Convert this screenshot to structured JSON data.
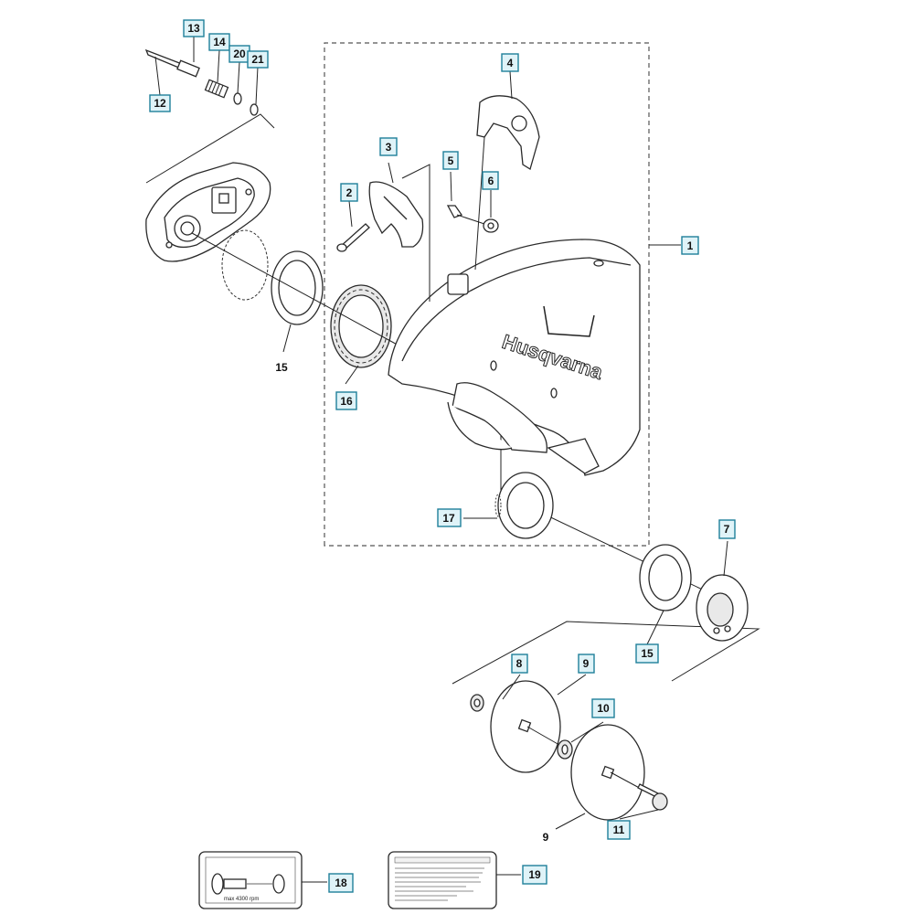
{
  "brand": "Husqvarna",
  "callouts": {
    "c1": "1",
    "c2": "2",
    "c3": "3",
    "c4": "4",
    "c5": "5",
    "c6": "6",
    "c7": "7",
    "c8": "8",
    "c9a": "9",
    "c9b": "9",
    "c10": "10",
    "c11": "11",
    "c12": "12",
    "c13": "13",
    "c14": "14",
    "c15a": "15",
    "c15b": "15",
    "c16": "16",
    "c17": "17",
    "c18": "18",
    "c19": "19",
    "c20": "20",
    "c21": "21"
  },
  "decal18": {
    "rpm": "max 4300 rpm"
  }
}
